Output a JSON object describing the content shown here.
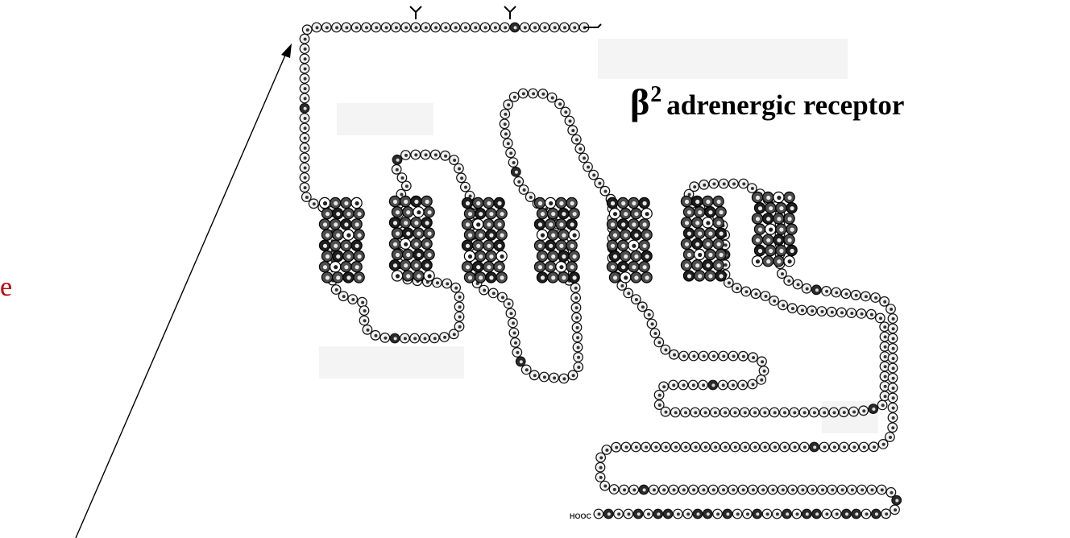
{
  "diagram": {
    "title_symbol": "β",
    "title_superscript": "2",
    "title_text": "adrenergic receptor",
    "c_terminus_label": "HOOC",
    "clipped_text_fragment": "e",
    "colors": {
      "text": "#000000",
      "fragment": "#c00000",
      "bead_light": "#f2f2f2",
      "bead_dark": "#2b2b2b",
      "helix_fill": "#5a5a5a"
    },
    "transmembrane_helices": 7,
    "glycosylation_sites": 2
  }
}
